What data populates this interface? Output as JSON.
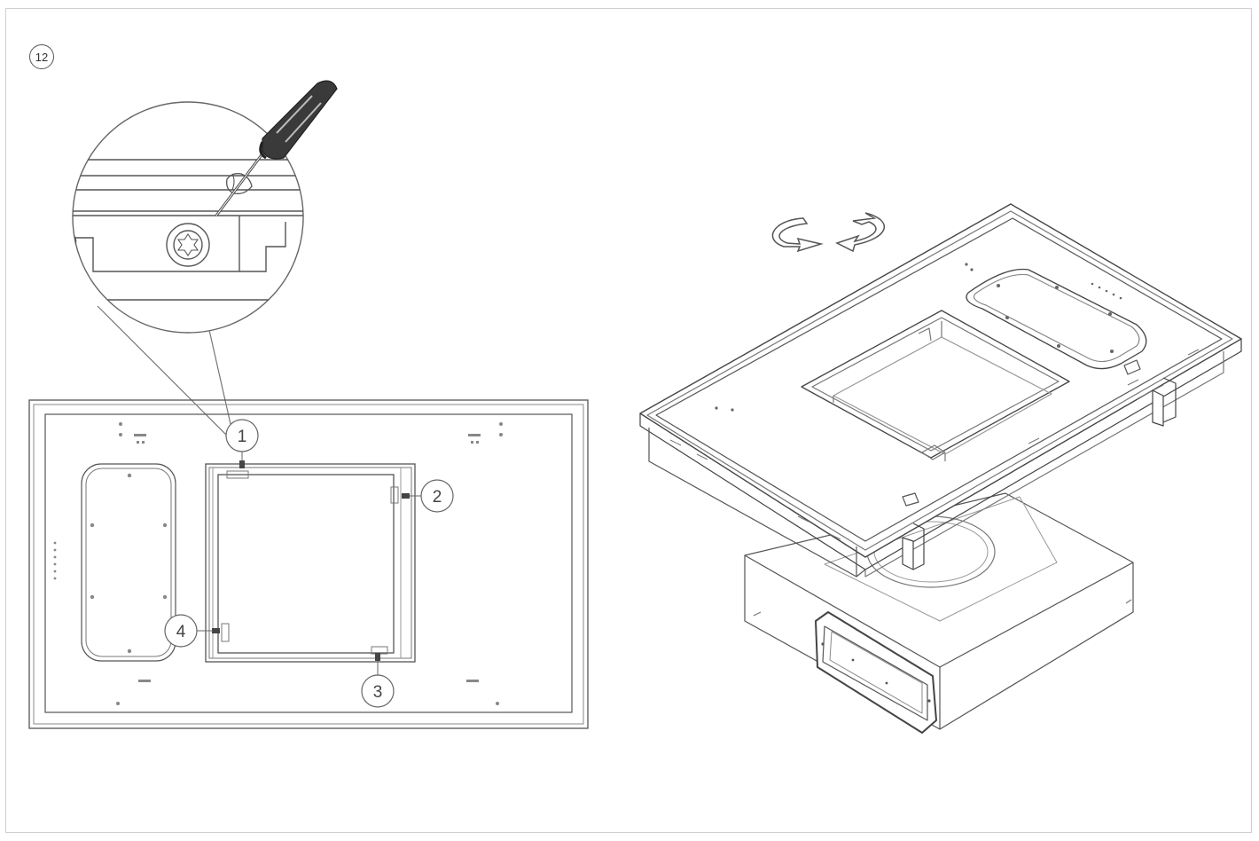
{
  "step": {
    "number": "12"
  },
  "callouts": [
    {
      "label": "1"
    },
    {
      "label": "2"
    },
    {
      "label": "3"
    },
    {
      "label": "4"
    }
  ],
  "icons": {
    "screwdriver": "screwdriver-icon",
    "rotate": "rotate-arrows-icon",
    "magnifier": "detail-magnifier-icon"
  },
  "colors": {
    "line": "#555555",
    "light_line": "#9a9a9a",
    "handle": "#3a3a3a",
    "background": "#ffffff"
  }
}
